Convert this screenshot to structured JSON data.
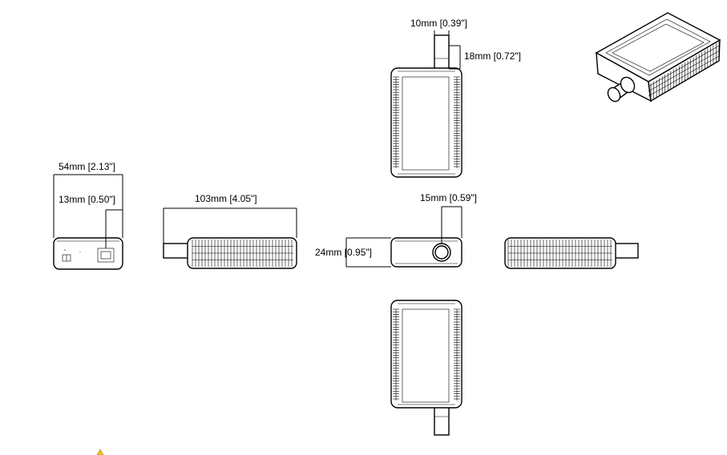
{
  "dimensions": {
    "cable_length": "10mm [0.39\"]",
    "cable_diameter": "18mm [0.72\"]",
    "width": "54mm [2.13\"]",
    "switch_offset": "13mm [0.50\"]",
    "length": "103mm [4.05\"]",
    "connector_offset": "15mm [0.59\"]",
    "height": "24mm [0.95\"]"
  },
  "colors": {
    "line": "#000000",
    "background": "#ffffff",
    "warning": "#f0c020"
  },
  "icons": {
    "warning": "warning-icon"
  }
}
